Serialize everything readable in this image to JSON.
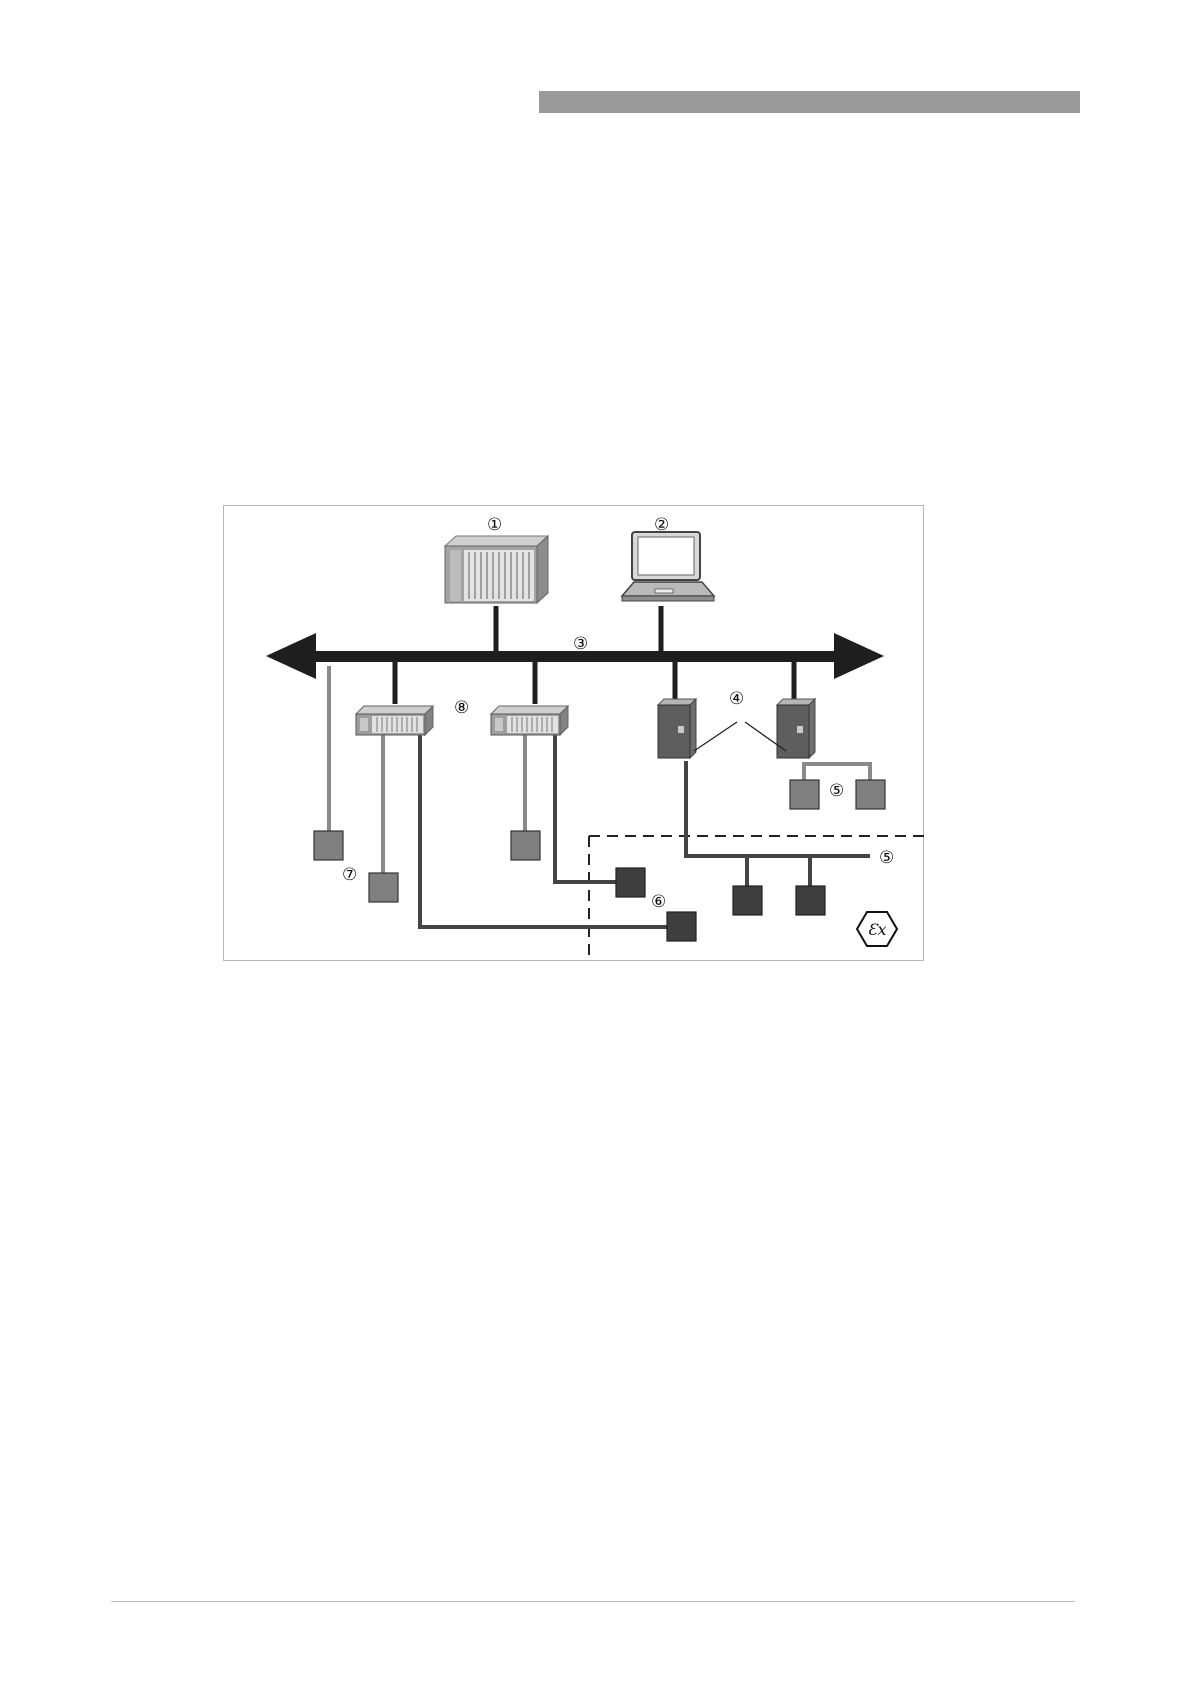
{
  "header": {
    "bar_color": "#9a9a9a"
  },
  "figure": {
    "callouts": {
      "c1": "①",
      "c2": "②",
      "c3": "③",
      "c4": "④",
      "c5a": "⑤",
      "c5b": "⑤",
      "c6": "⑥",
      "c7": "⑦",
      "c8": "⑧"
    },
    "colors": {
      "bus": "#1e1e1e",
      "dark_device": "#3e3e3e",
      "mid_device": "#808080",
      "cable_light": "#8a8a8a",
      "cable_dark": "#444444"
    },
    "icons": {
      "host_system": "control-cabinet-icon",
      "laptop": "laptop-icon",
      "io_modules": "remote-io-module-icon",
      "couplers": "segment-coupler-icon",
      "hazardous_area": "ex-hazardous-area-icon"
    }
  },
  "footer": {
    "rule_color": "#bdbdbd"
  }
}
